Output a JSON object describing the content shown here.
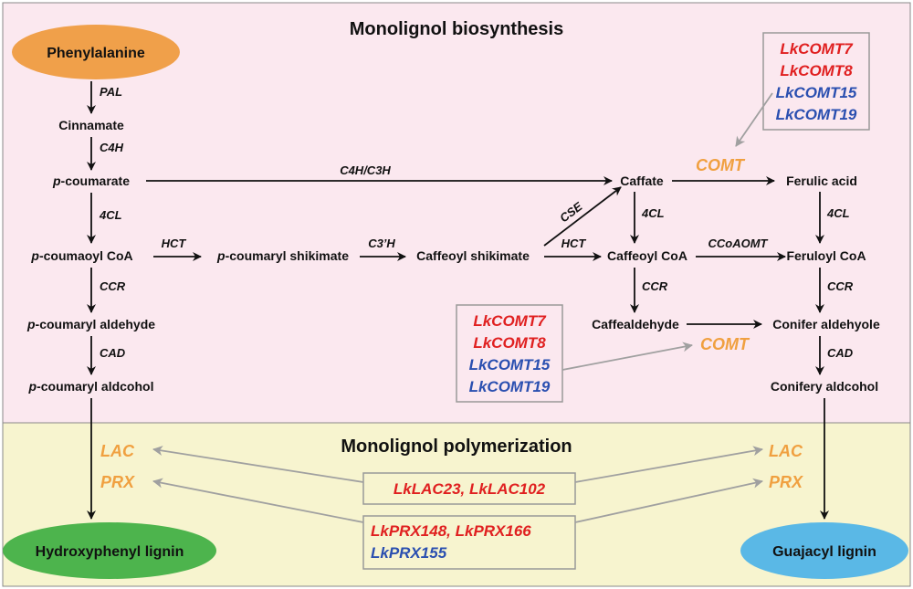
{
  "sections": {
    "biosynthesis": "Monolignol biosynthesis",
    "polymerization": "Monolignol polymerization"
  },
  "nodes": {
    "phenylalanine": "Phenylalanine",
    "cinnamate": "Cinnamate",
    "p_coumarate": "coumarate",
    "p_coumaoyl_coa": "coumaoyl CoA",
    "p_coumaryl_shikimate": "coumaryl shikimate",
    "caffeoyl_shikimate": "Caffeoyl shikimate",
    "caffate": "Caffate",
    "ferulic_acid": "Ferulic acid",
    "caffeoyl_coa": "Caffeoyl CoA",
    "feruloyl_coa": "Feruloyl CoA",
    "p_coumaryl_aldehyde": "coumaryl aldehyde",
    "caffealdehyde": "Caffealdehyde",
    "conifer_aldehyole": "Conifer aldehyole",
    "p_coumaryl_aldcohol": "coumaryl aldcohol",
    "conifery_aldcohol": "Conifery aldcohol",
    "hydroxyphenyl_lignin": "Hydroxyphenyl lignin",
    "guajacyl_lignin": "Guajacyl lignin",
    "p_prefix": "p",
    "hyphen": "-"
  },
  "enzymes": {
    "pal": "PAL",
    "c4h": "C4H",
    "c4h_c3h": "C4H/C3H",
    "fourcl": "4CL",
    "hct": "HCT",
    "c3h": "C3’H",
    "cse": "CSE",
    "ccr": "CCR",
    "cad": "CAD",
    "ccoaomt": "CCoAOMT",
    "comt": "COMT",
    "lac": "LAC",
    "prx": "PRX"
  },
  "genes": {
    "comt_box_top": [
      "LkCOMT7",
      "LkCOMT8",
      "LkCOMT15",
      "LkCOMT19"
    ],
    "comt_box_mid": [
      "LkCOMT7",
      "LkCOMT8",
      "LkCOMT15",
      "LkCOMT19"
    ],
    "lac_box": "LkLAC23, LkLAC102",
    "prx_box_line1": "LkPRX148, LkPRX166",
    "prx_box_line2": "LkPRX155"
  },
  "colors": {
    "biosynthesis_bg": "#fbe8ef",
    "polymerization_bg": "#f7f4cf",
    "phenylalanine_fill": "#f0a04a",
    "hydroxyphenyl_fill": "#4db44d",
    "guajacyl_fill": "#5ab8e6",
    "up_regulated": "#e02020",
    "down_regulated": "#2a4fb0",
    "enzyme_highlight": "#f0a040"
  }
}
